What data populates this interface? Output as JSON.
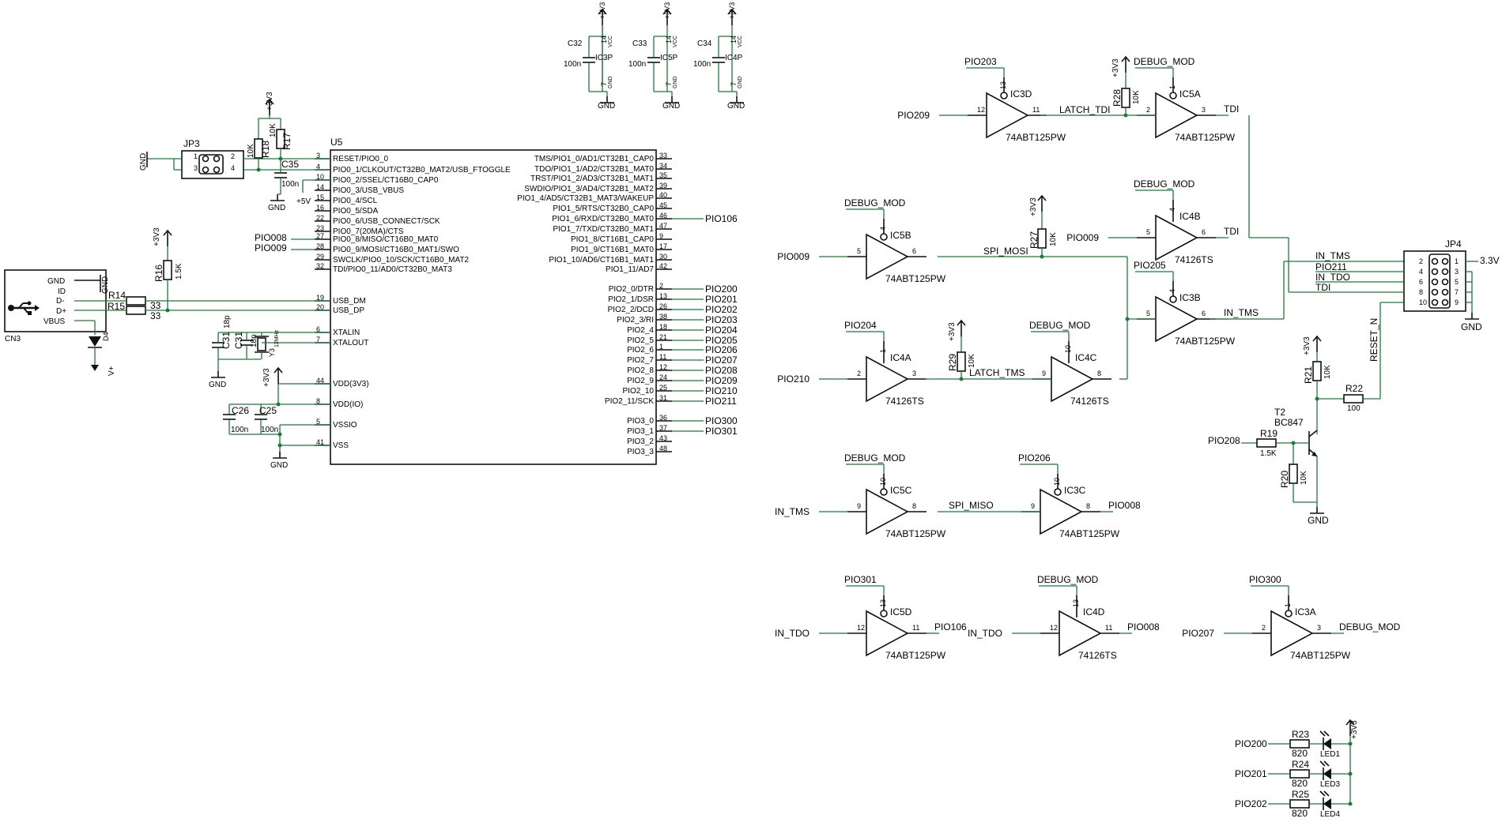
{
  "u5": {
    "ref": "U5",
    "left_pins": [
      {
        "num": "3",
        "name": "RESET/PIO0_0"
      },
      {
        "num": "4",
        "name": "PIO0_1/CLKOUT/CT32B0_MAT2/USB_FTOGGLE"
      },
      {
        "num": "10",
        "name": "PIO0_2/SSEL/CT16B0_CAP0"
      },
      {
        "num": "14",
        "name": "PIO0_3/USB_VBUS"
      },
      {
        "num": "15",
        "name": "PIO0_4/SCL"
      },
      {
        "num": "16",
        "name": "PIO0_5/SDA"
      },
      {
        "num": "22",
        "name": "PIO0_6/USB_CONNECT/SCK"
      },
      {
        "num": "23",
        "name": "PIO0_7(20MA)/CTS"
      },
      {
        "num": "27",
        "name": "PIO0_8/MISO/CT16B0_MAT0"
      },
      {
        "num": "28",
        "name": "PIO0_9/MOSI/CT16B0_MAT1/SWO"
      },
      {
        "num": "29",
        "name": "SWCLK/PIO0_10/SCK/CT16B0_MAT2"
      },
      {
        "num": "32",
        "name": "TDI/PIO0_11/AD0/CT32B0_MAT3"
      },
      {
        "num": "19",
        "name": "USB_DM"
      },
      {
        "num": "20",
        "name": "USB_DP"
      },
      {
        "num": "6",
        "name": "XTALIN"
      },
      {
        "num": "7",
        "name": "XTALOUT"
      },
      {
        "num": "44",
        "name": "VDD(3V3)"
      },
      {
        "num": "8",
        "name": "VDD(IO)"
      },
      {
        "num": "5",
        "name": "VSSIO"
      },
      {
        "num": "41",
        "name": "VSS"
      }
    ],
    "right_pins": [
      {
        "num": "33",
        "name": "TMS/PIO1_0/AD1/CT32B1_CAP0",
        "net": ""
      },
      {
        "num": "34",
        "name": "TDO/PIO1_1/AD2/CT32B1_MAT0",
        "net": ""
      },
      {
        "num": "35",
        "name": "TRST/PIO1_2/AD3/CT32B1_MAT1",
        "net": ""
      },
      {
        "num": "39",
        "name": "SWDIO/PIO1_3/AD4/CT32B1_MAT2",
        "net": ""
      },
      {
        "num": "40",
        "name": "PIO1_4/AD5/CT32B1_MAT3/WAKEUP",
        "net": ""
      },
      {
        "num": "45",
        "name": "PIO1_5/RTS/CT32B0_CAP0",
        "net": ""
      },
      {
        "num": "46",
        "name": "PIO1_6/RXD/CT32B0_MAT0",
        "net": "PIO106"
      },
      {
        "num": "47",
        "name": "PIO1_7/TXD/CT32B0_MAT1",
        "net": ""
      },
      {
        "num": "9",
        "name": "PIO1_8/CT16B1_CAP0",
        "net": ""
      },
      {
        "num": "17",
        "name": "PIO1_9/CT16B1_MAT0",
        "net": ""
      },
      {
        "num": "30",
        "name": "PIO1_10/AD6/CT16B1_MAT1",
        "net": ""
      },
      {
        "num": "42",
        "name": "PIO1_11/AD7",
        "net": ""
      },
      {
        "num": "2",
        "name": "PIO2_0/DTR",
        "net": "PIO200"
      },
      {
        "num": "13",
        "name": "PIO2_1/DSR",
        "net": "PIO201"
      },
      {
        "num": "26",
        "name": "PIO2_2/DCD",
        "net": "PIO202"
      },
      {
        "num": "38",
        "name": "PIO2_3/RI",
        "net": "PIO203"
      },
      {
        "num": "18",
        "name": "PIO2_4",
        "net": "PIO204"
      },
      {
        "num": "21",
        "name": "PIO2_5",
        "net": "PIO205"
      },
      {
        "num": "1",
        "name": "PIO2_6",
        "net": "PIO206"
      },
      {
        "num": "11",
        "name": "PIO2_7",
        "net": "PIO207"
      },
      {
        "num": "12",
        "name": "PIO2_8",
        "net": "PIO208"
      },
      {
        "num": "24",
        "name": "PIO2_9",
        "net": "PIO209"
      },
      {
        "num": "25",
        "name": "PIO2_10",
        "net": "PIO210"
      },
      {
        "num": "31",
        "name": "PIO2_11/SCK",
        "net": "PIO211"
      },
      {
        "num": "36",
        "name": "PIO3_0",
        "net": "PIO300"
      },
      {
        "num": "37",
        "name": "PIO3_1",
        "net": "PIO301"
      },
      {
        "num": "43",
        "name": "PIO3_2",
        "net": ""
      },
      {
        "num": "48",
        "name": "PIO3_3",
        "net": ""
      }
    ],
    "left_nets": [
      "PIO008",
      "PIO009"
    ]
  },
  "power_blocks": [
    {
      "cap": "C32",
      "cap_val": "100n",
      "ic": "IC3P",
      "supply": "+3V3",
      "vcc_pin": "14",
      "vcc": "VCC",
      "gnd_pin": "7",
      "gnd_label": "GND",
      "gnd": "GND"
    },
    {
      "cap": "C33",
      "cap_val": "100n",
      "ic": "IC5P",
      "supply": "+3V3",
      "vcc_pin": "14",
      "vcc": "VCC",
      "gnd_pin": "7",
      "gnd_label": "GND",
      "gnd": "GND"
    },
    {
      "cap": "C34",
      "cap_val": "100n",
      "ic": "IC4P",
      "supply": "+3V3",
      "vcc_pin": "14",
      "vcc": "VCC",
      "gnd_pin": "7",
      "gnd_label": "GND",
      "gnd": "GND"
    }
  ],
  "left": {
    "usb": {
      "ref": "CN3",
      "pins": [
        "GND",
        "ID",
        "D-",
        "D+",
        "VBUS"
      ],
      "gnd": "GND",
      "diode": "D4",
      "vplus": "V+"
    },
    "r14": {
      "ref": "R14",
      "val": "33"
    },
    "r15": {
      "ref": "R15",
      "val": "33"
    },
    "r16": {
      "ref": "R16",
      "val": "1.5K",
      "supply": "+3V3"
    },
    "jp3": {
      "ref": "JP3",
      "pins": [
        "1",
        "2",
        "3",
        "4"
      ],
      "gnd": "GND"
    },
    "r17": {
      "ref": "R17",
      "val": "10K"
    },
    "r18": {
      "ref": "R18",
      "val": "10K"
    },
    "r17_supply": "+3V3",
    "c35": {
      "ref": "C35",
      "val": "100n",
      "gnd": "GND"
    },
    "plus5v": "+5V",
    "c31": {
      "ref": "C31",
      "val": "18p"
    },
    "c32x": {
      "ref": "C31",
      "val": "18p"
    },
    "y3": {
      "ref": "Y3",
      "val": "12MHz"
    },
    "xtal_gnd": "GND",
    "c26": {
      "ref": "C26",
      "val": "100n"
    },
    "c25": {
      "ref": "C25",
      "val": "100n"
    },
    "vdd_supply": "+3V3",
    "vss_gnd": "GND"
  },
  "gates": [
    {
      "id": "ic3d",
      "ref": "IC3D",
      "part": "74ABT125PW",
      "in_pin": "12",
      "out_pin": "11",
      "en_pin": "13",
      "in_net": "PIO209",
      "en_net": "PIO203",
      "out_net": "LATCH_TDI"
    },
    {
      "id": "ic5a",
      "ref": "IC5A",
      "part": "74ABT125PW",
      "in_pin": "2",
      "out_pin": "3",
      "en_pin": "1",
      "in_net": "",
      "en_net": "DEBUG_MOD",
      "out_net": "TDI"
    },
    {
      "id": "ic4b",
      "ref": "IC4B",
      "part": "74126TS",
      "in_pin": "5",
      "out_pin": "6",
      "en_pin": "4",
      "in_net": "PIO009",
      "en_net": "DEBUG_MOD",
      "out_net": "TDI"
    },
    {
      "id": "ic5b",
      "ref": "IC5B",
      "part": "74ABT125PW",
      "in_pin": "5",
      "out_pin": "6",
      "en_pin": "4",
      "in_net": "PIO009",
      "en_net": "DEBUG_MOD",
      "out_net": "SPI_MOSI"
    },
    {
      "id": "ic3b",
      "ref": "IC3B",
      "part": "74ABT125PW",
      "in_pin": "5",
      "out_pin": "6",
      "en_pin": "4",
      "in_net": "",
      "en_net": "PIO205",
      "out_net": "IN_TMS"
    },
    {
      "id": "ic4a",
      "ref": "IC4A",
      "part": "74126TS",
      "in_pin": "2",
      "out_pin": "3",
      "en_pin": "1",
      "in_net": "PIO210",
      "en_net": "PIO204",
      "out_net": "LATCH_TMS"
    },
    {
      "id": "ic4c",
      "ref": "IC4C",
      "part": "74126TS",
      "in_pin": "9",
      "out_pin": "8",
      "en_pin": "10",
      "in_net": "",
      "en_net": "DEBUG_MOD",
      "out_net": ""
    },
    {
      "id": "ic5c",
      "ref": "IC5C",
      "part": "74ABT125PW",
      "in_pin": "9",
      "out_pin": "8",
      "en_pin": "10",
      "in_net": "IN_TMS",
      "en_net": "DEBUG_MOD",
      "out_net": "SPI_MISO"
    },
    {
      "id": "ic3c",
      "ref": "IC3C",
      "part": "74ABT125PW",
      "in_pin": "9",
      "out_pin": "8",
      "en_pin": "10",
      "in_net": "",
      "en_net": "PIO206",
      "out_net": "PIO008"
    },
    {
      "id": "ic5d",
      "ref": "IC5D",
      "part": "74ABT125PW",
      "in_pin": "12",
      "out_pin": "11",
      "en_pin": "13",
      "in_net": "IN_TDO",
      "en_net": "PIO301",
      "out_net": "PIO106"
    },
    {
      "id": "ic4d",
      "ref": "IC4D",
      "part": "74126TS",
      "in_pin": "12",
      "out_pin": "11",
      "en_pin": "13",
      "in_net": "IN_TDO",
      "en_net": "DEBUG_MOD",
      "out_net": "PIO008"
    },
    {
      "id": "ic3a",
      "ref": "IC3A",
      "part": "74ABT125PW",
      "in_pin": "2",
      "out_pin": "3",
      "en_pin": "1",
      "in_net": "PIO207",
      "en_net": "PIO300",
      "out_net": "DEBUG_MOD"
    }
  ],
  "pullups": {
    "r28": {
      "ref": "R28",
      "val": "10K",
      "supply": "+3V3"
    },
    "r27": {
      "ref": "R27",
      "val": "10K",
      "supply": "+3V3"
    },
    "r29": {
      "ref": "R29",
      "val": "10K",
      "supply": "+3V3"
    }
  },
  "jp4": {
    "ref": "JP4",
    "left_pins": [
      "2",
      "4",
      "6",
      "8",
      "10"
    ],
    "right_pins": [
      "1",
      "3",
      "5",
      "7",
      "9"
    ],
    "nets": [
      "IN_TMS",
      "PIO211",
      "IN_TDO",
      "TDI"
    ],
    "supply": "3.3V",
    "gnd": "GND",
    "reset": "RESET_N"
  },
  "reset_circuit": {
    "r21": {
      "ref": "R21",
      "val": "10K",
      "supply": "+3V3"
    },
    "r22": {
      "ref": "R22",
      "val": "100"
    },
    "t2": {
      "ref": "T2",
      "part": "BC847"
    },
    "r19": {
      "ref": "R19",
      "val": "1.5K"
    },
    "r20": {
      "ref": "R20",
      "val": "10K"
    },
    "in_net": "PIO208",
    "gnd": "GND"
  },
  "leds": {
    "supply": "+3V3",
    "items": [
      {
        "net": "PIO200",
        "r": "R23",
        "val": "820",
        "led": "LED1"
      },
      {
        "net": "PIO201",
        "r": "R24",
        "val": "820",
        "led": "LED3"
      },
      {
        "net": "PIO202",
        "r": "R25",
        "val": "820",
        "led": "LED4"
      }
    ]
  }
}
